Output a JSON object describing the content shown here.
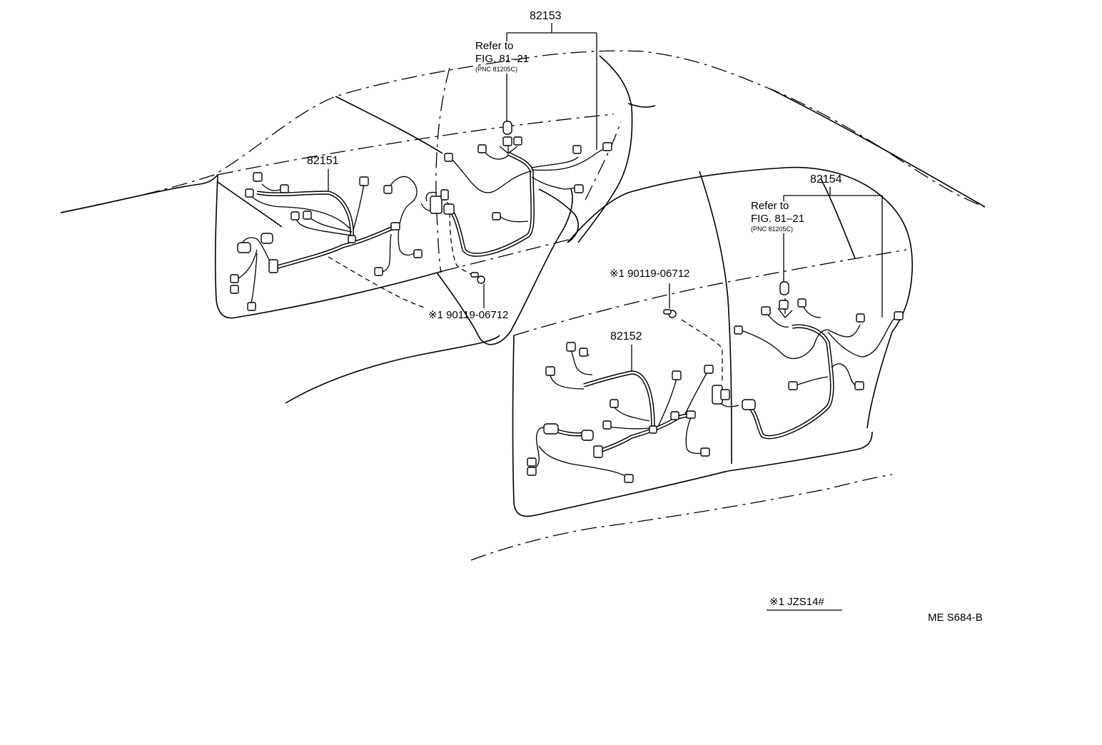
{
  "parts": {
    "front_left_harness": "82151",
    "front_right_harness": "82153",
    "rear_left_harness": "82152",
    "rear_right_harness": "82154"
  },
  "refer_note_upper": {
    "line1": "Refer to",
    "line2": "FIG. 81–21",
    "line3": "(PNC 81205C)"
  },
  "refer_note_lower": {
    "line1": "Refer to",
    "line2": "FIG. 81–21",
    "line3": "(PNC 81205C)"
  },
  "fasteners": {
    "front_screw": "※1 90119-06712",
    "rear_screw": "※1 90119-06712"
  },
  "footnote": "※1 JZS14#",
  "figure_code": "ME S684-B"
}
